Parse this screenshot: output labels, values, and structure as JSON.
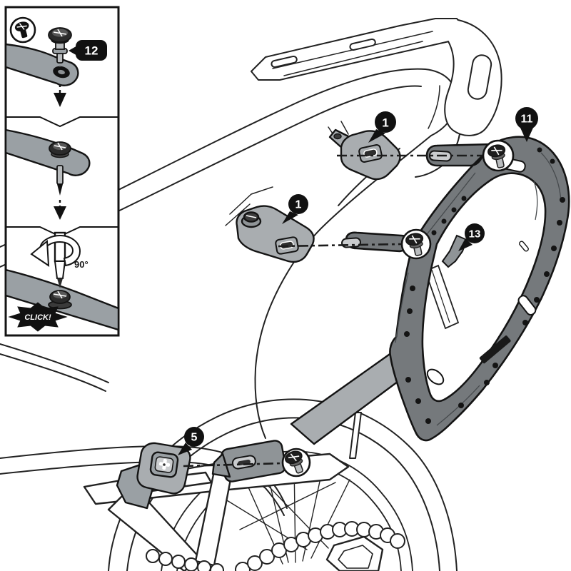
{
  "diagram": {
    "kind": "motorcycle-side-carrier-assembly-instructions",
    "labels": {
      "part12": "12",
      "part1_top": "1",
      "part1_mid": "1",
      "part11": "11",
      "part13": "13",
      "part5": "5",
      "rotation": "90°",
      "click": "CLICK!"
    },
    "icons": [
      "phillips-screw-icon",
      "down-arrow-icon",
      "rotate-arrow-icon",
      "click-starburst-icon"
    ],
    "colors": {
      "background": "#ffffff",
      "line": "#222222",
      "bracket_gray": "#a9adb0",
      "bracket_gray_dark": "#8f9497",
      "frame_gray": "#75797c",
      "badge_black": "#111111"
    }
  }
}
